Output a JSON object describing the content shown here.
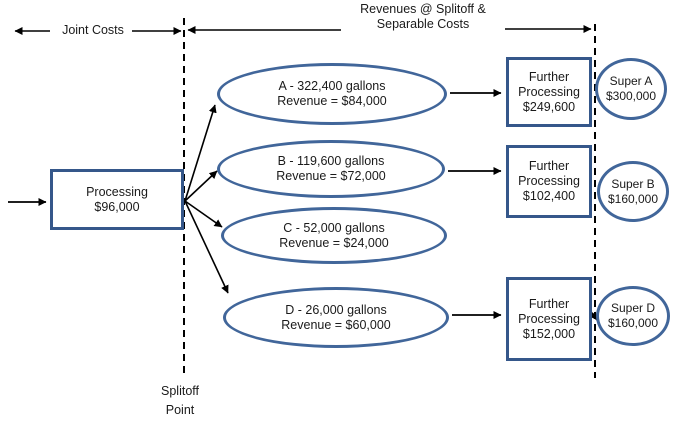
{
  "colors": {
    "shape_stroke": "#41669A",
    "box_stroke": "#35578A",
    "arrow": "#000000"
  },
  "labels": {
    "joint_costs": "Joint Costs",
    "revenues_line1": "Revenues @ Splitoff &",
    "revenues_line2": "Separable Costs",
    "splitoff_line1": "Splitoff",
    "splitoff_line2": "Point"
  },
  "joint_process": {
    "line1": "Processing",
    "line2": "$96,000"
  },
  "products": [
    {
      "id": "A",
      "line1": "A - 322,400 gallons",
      "line2": "Revenue = $84,000"
    },
    {
      "id": "B",
      "line1": "B - 119,600 gallons",
      "line2": "Revenue = $72,000"
    },
    {
      "id": "C",
      "line1": "C - 52,000 gallons",
      "line2": "Revenue = $24,000"
    },
    {
      "id": "D",
      "line1": "D - 26,000 gallons",
      "line2": "Revenue = $60,000"
    }
  ],
  "further_processing": [
    {
      "for": "A",
      "line1": "Further",
      "line2": "Processing",
      "line3": "$249,600"
    },
    {
      "for": "B",
      "line1": "Further",
      "line2": "Processing",
      "line3": "$102,400"
    },
    {
      "for": "D",
      "line1": "Further",
      "line2": "Processing",
      "line3": "$152,000"
    }
  ],
  "final_products": [
    {
      "line1": "Super A",
      "line2": "$300,000"
    },
    {
      "line1": "Super B",
      "line2": "$160,000"
    },
    {
      "line1": "Super D",
      "line2": "$160,000"
    }
  ]
}
